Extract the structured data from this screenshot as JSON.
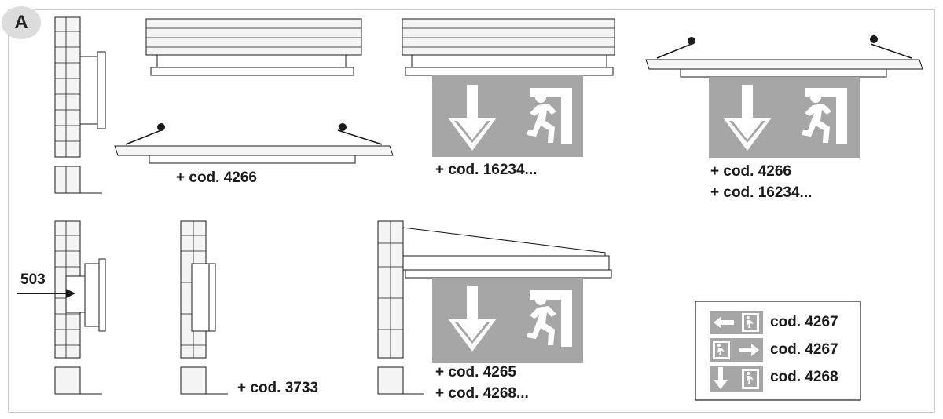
{
  "figure_letter": "A",
  "labels": {
    "ceiling_lamp_cod": "+ cod. 4266",
    "ceiling_sign_cod": "+ cod. 16234...",
    "recessed_sign_cod_1": "+ cod. 4266",
    "recessed_sign_cod_2": "+ cod. 16234...",
    "wall_recessed_ref": "503",
    "wall_surface_cod": "+ cod. 3733",
    "wall_bracket_cod_1": "+ cod. 4265",
    "wall_bracket_cod_2": "+ cod. 4268..."
  },
  "legend": [
    {
      "cod": "cod. 4267",
      "pictogram": "arrow-left-running-man-icon"
    },
    {
      "cod": "cod. 4267",
      "pictogram": "running-man-arrow-right-icon"
    },
    {
      "cod": "cod. 4268",
      "pictogram": "arrow-down-running-man-icon"
    }
  ],
  "colors": {
    "sign_panel": "#a6a6a6",
    "line": "#1a1a1a",
    "brick_fill": "#f4f4f4"
  }
}
